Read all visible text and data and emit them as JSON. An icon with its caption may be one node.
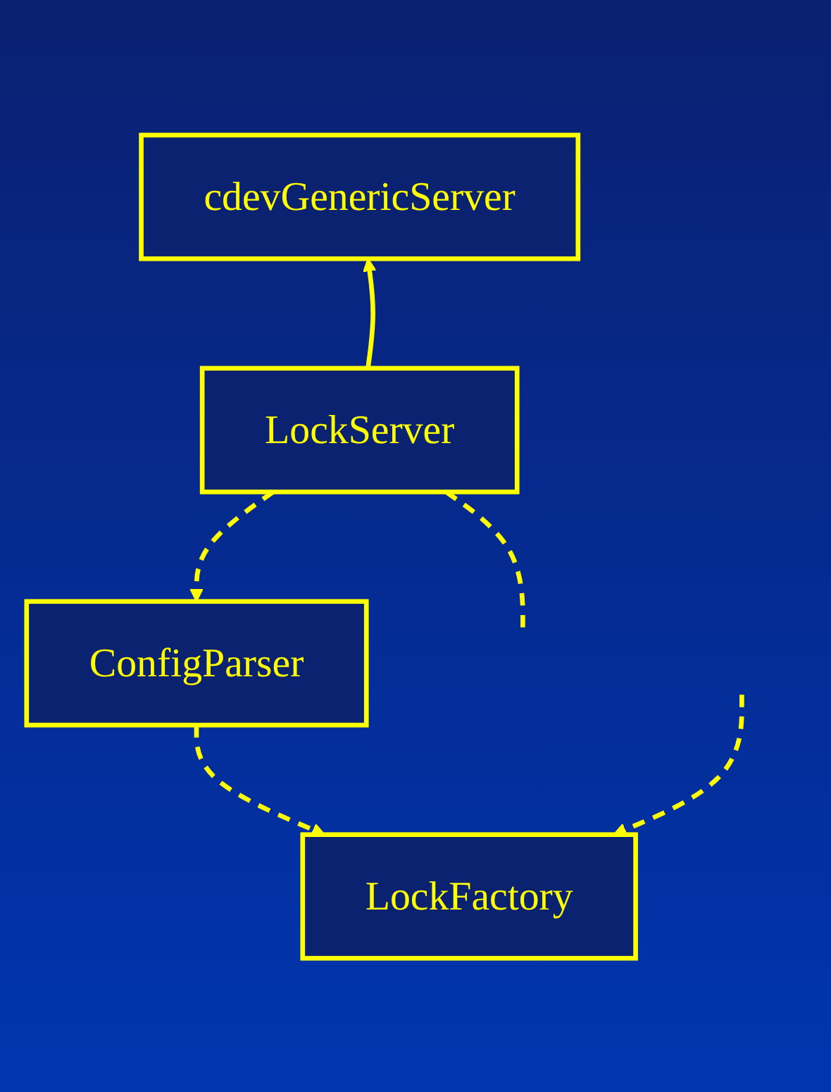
{
  "diagram": {
    "nodes": [
      {
        "text": [
          "cdevGenericServer"
        ]
      },
      {
        "text": [
          "LockServer"
        ]
      },
      {
        "text": [
          "ConfigParser"
        ]
      },
      {
        "text": [
          "LockFactory"
        ]
      }
    ],
    "edges": [
      {
        "from": 1,
        "to": 0,
        "arrow": "to"
      },
      {
        "from": 1,
        "to": null,
        "arrow": "none",
        "style": "dashed"
      },
      {
        "from": 1,
        "to": 2,
        "arrow": "to",
        "style": "dashed"
      },
      {
        "from": 2,
        "to": 3,
        "arrow": "to",
        "style": "dashed"
      },
      {
        "from": null,
        "to": 3,
        "arrow": "to",
        "style": "dashed"
      }
    ]
  }
}
